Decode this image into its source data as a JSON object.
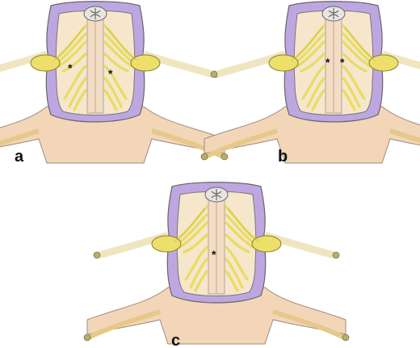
{
  "panels": [
    {
      "id": "a",
      "label": "a",
      "marks": [
        "*",
        "*"
      ]
    },
    {
      "id": "b",
      "label": "b",
      "marks": [
        "*",
        "*"
      ]
    },
    {
      "id": "c",
      "label": "c",
      "marks": [
        "*"
      ]
    }
  ],
  "colors": {
    "dura": "#b9a3de",
    "dura_dark": "#8e6fcb",
    "nerve": "#e9e070",
    "nerve_dark": "#c8b93e",
    "skin": "#f6e0b8",
    "flesh": "#f0c8b0",
    "outline": "#555555",
    "background": "#ffffff"
  }
}
